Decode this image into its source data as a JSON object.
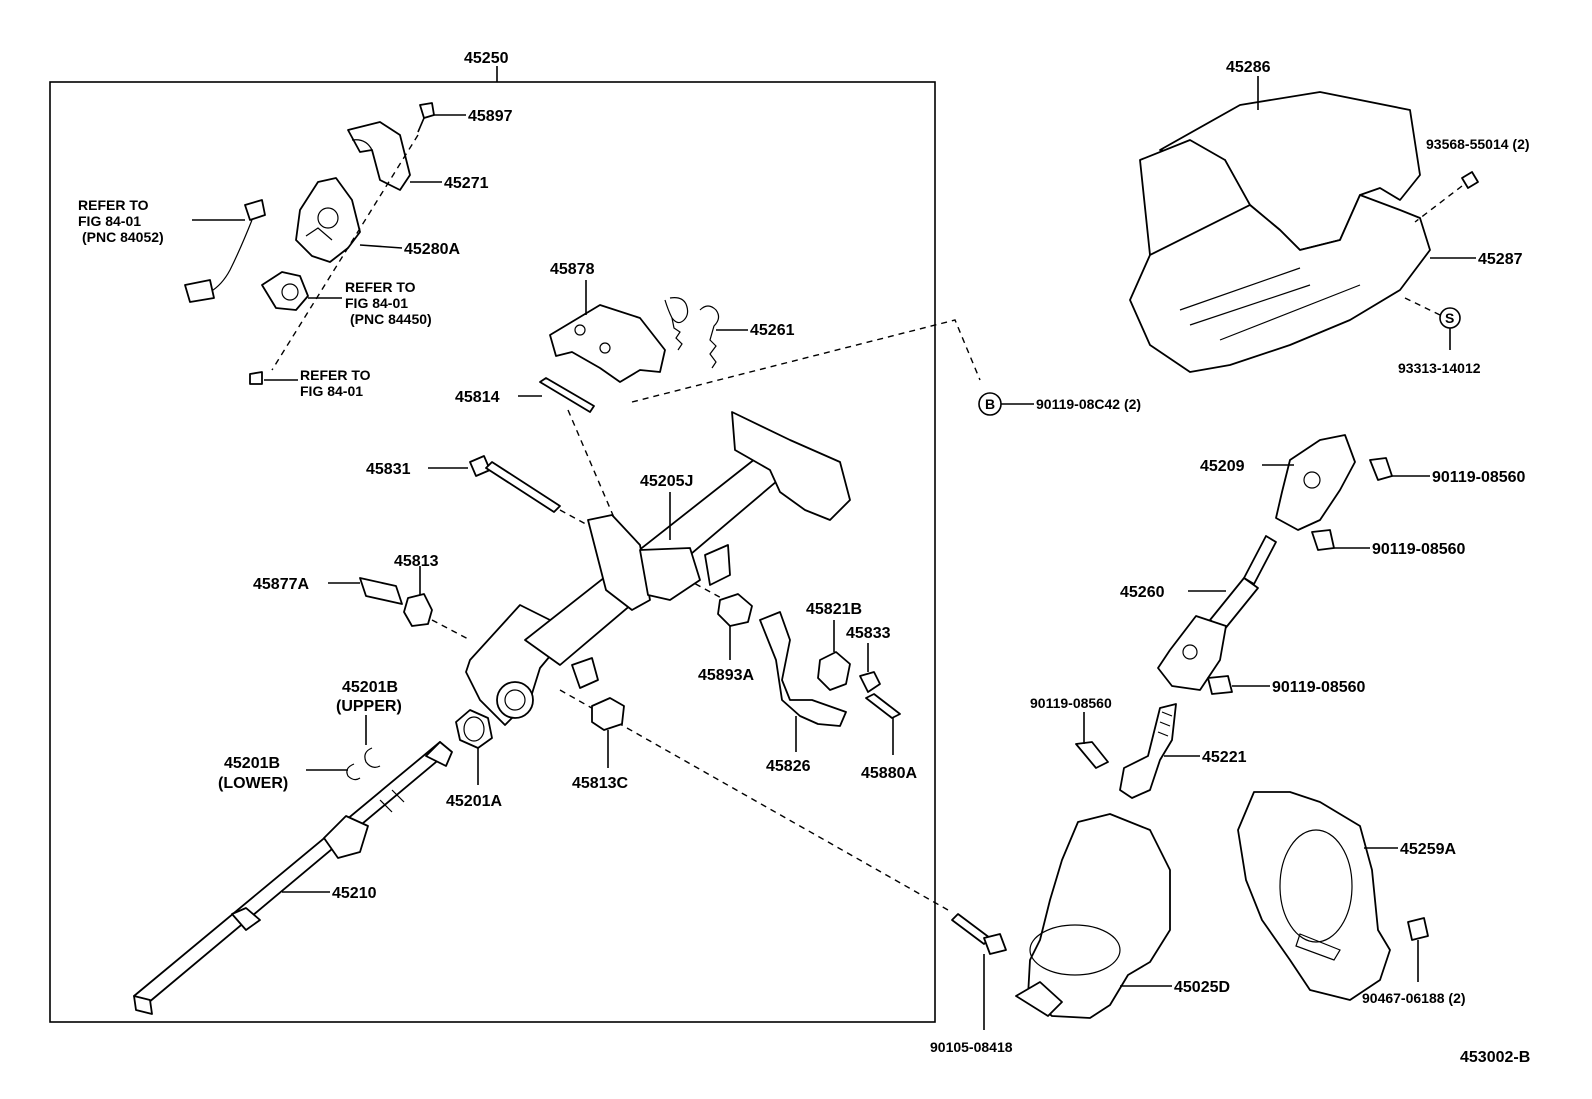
{
  "callouts": {
    "assembly": "45250",
    "p45897": "45897",
    "p45271": "45271",
    "p45280a": "45280A",
    "refer1_l1": "REFER TO",
    "refer1_l2": "FIG 84-01",
    "refer1_l3": "(PNC 84052)",
    "refer2_l1": "REFER TO",
    "refer2_l2": "FIG 84-01",
    "refer2_l3": "(PNC 84450)",
    "refer3_l1": "REFER TO",
    "refer3_l2": "FIG 84-01",
    "p45878": "45878",
    "p45261": "45261",
    "p45814": "45814",
    "p45831": "45831",
    "p45205j": "45205J",
    "p45813": "45813",
    "p45877a": "45877A",
    "p45821b": "45821B",
    "p45833": "45833",
    "p45893a": "45893A",
    "p45201b_upper": "45201B",
    "upper": "(UPPER)",
    "p45201b_lower": "45201B",
    "lower": "(LOWER)",
    "p45201a": "45201A",
    "p45813c": "45813C",
    "p45826": "45826",
    "p45880a": "45880A",
    "p45210": "45210",
    "p45286": "45286",
    "p93568": "93568-55014 (2)",
    "p45287": "45287",
    "p93313": "93313-14012",
    "circle_s": "S",
    "circle_b": "B",
    "p90119_08c42": "90119-08C42 (2)",
    "p45209": "45209",
    "p90119_a": "90119-08560",
    "p90119_b": "90119-08560",
    "p45260": "45260",
    "p90119_c": "90119-08560",
    "p90119_d": "90119-08560",
    "p45221": "45221",
    "p45259a": "45259A",
    "p45025d": "45025D",
    "p90467": "90467-06188 (2)",
    "p90105": "90105-08418",
    "figure_id": "453002-B"
  }
}
